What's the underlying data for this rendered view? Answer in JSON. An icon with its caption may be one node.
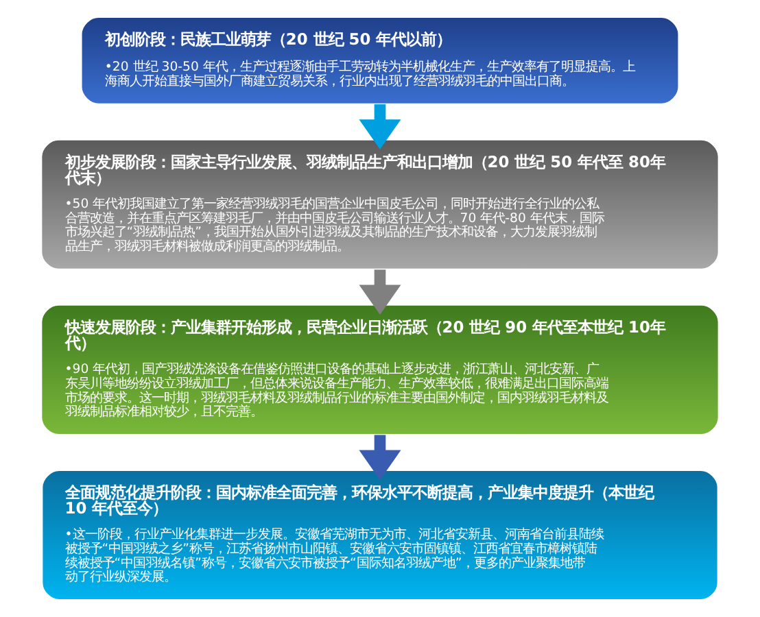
{
  "diagram": {
    "nodes": [
      {
        "text": [
          "初创阶段：民族工业萌芽（20 世纪 50 年代以前）",
          "•20 世纪 30-50 年代，生产过程逐渐由手工劳动转为半机械化生产，生产效率有了明显提高。上海商人开始直接与国外厂商建立贸易关系，行业内出现了经营羽绒羽毛的中国出口商。"
        ]
      },
      {
        "text": [
          "初步发展阶段：国家主导行业发展、羽绒制品生产和出口增加（20 世纪 50 年代至 80年代末）",
          "•50 年代初我国建立了第一家经营羽绒羽毛的国营企业中国皮毛公司，同时开始进行全行业的公私合营改造，并在重点产区筹建羽毛厂，并由中国皮毛公司输送行业人才。70 年代-80 年代末，国际市场兴起了“羽绒制品热”，我国开始从国外引进羽绒及其制品的生产技术和设备，大力发展羽绒制品生产，羽绒羽毛材料被做成利润更高的羽绒制品。"
        ]
      },
      {
        "text": [
          "快速发展阶段：产业集群开始形成，民营企业日渐活跃（20 世纪 90 年代至本世纪 10年代）",
          "•90 年代初，国产羽绒洗涤设备在借鉴仿照进口设备的基础上逐步改进，浙江萧山、河北安新、广东吴川等地纷纷设立羽绒加工厂，但总体来说设备生产能力、生产效率较低，很难满足出口国际高端市场的要求。这一时期，羽绒羽毛材料及羽绒制品行业的标准主要由国外制定，国内羽绒羽毛材料及羽绒制品标准相对较少，且不完善。"
        ]
      },
      {
        "text": [
          "全面规范化提升阶段：国内标准全面完善，环保水平不断提高，产业集中度提升（本世纪 10 年代至今）",
          "•这一阶段，行业产业化集群进一步发展。安徽省芜湖市无为市、河北省安新县、河南省台前县陆续被授予“中国羽绒之乡”称号，江苏省扬州市山阳镇、安徽省六安市固镇镇、江西省宜春市樟树镇陆续被授予“中国羽绒名镇”称号，安徽省六安市被授予“国际知名羽绒产地”，更多的产业聚集地带动了行业纵深发展。"
        ]
      }
    ],
    "edges": [
      {
        "from": 0,
        "to": 1,
        "arrow": "to",
        "color": "#00a0e0"
      },
      {
        "from": 1,
        "to": 2,
        "arrow": "to",
        "color": "#808080"
      },
      {
        "from": 2,
        "to": 3,
        "arrow": "to",
        "color": "#3a5cb0"
      }
    ]
  }
}
